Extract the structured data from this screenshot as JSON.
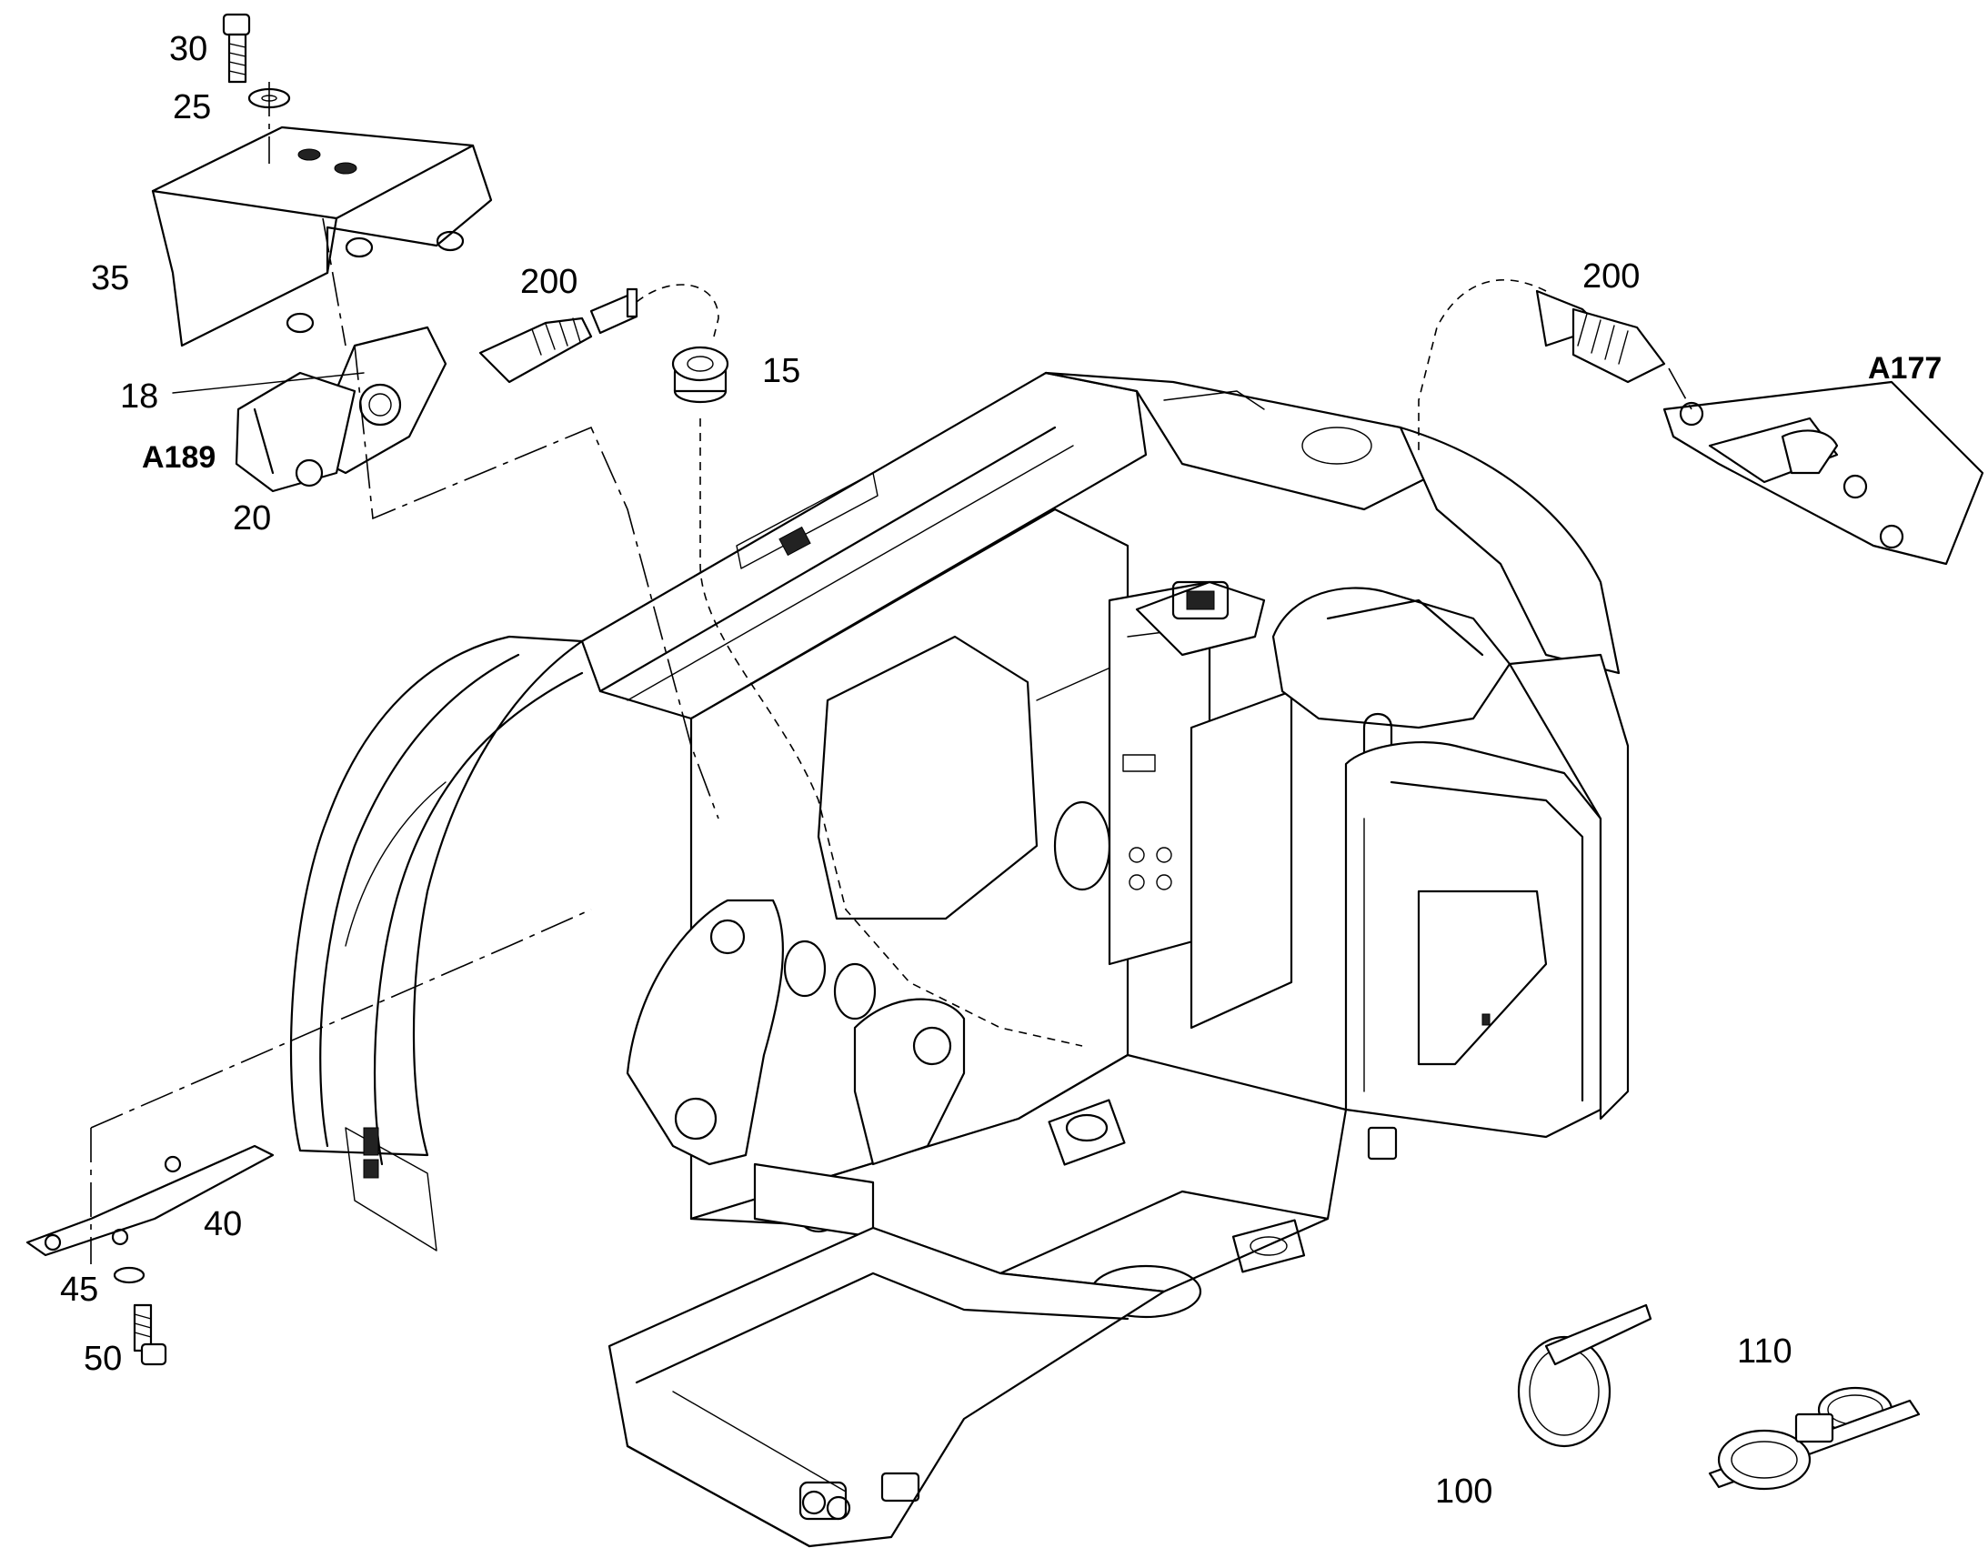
{
  "callouts": {
    "c30": "30",
    "c25": "25",
    "c35": "35",
    "c18": "18",
    "cA189": "A189",
    "c20": "20",
    "c200_left": "200",
    "c15": "15",
    "c200_right": "200",
    "cA177": "A177",
    "c40": "40",
    "c45": "45",
    "c50": "50",
    "c100": "100",
    "c110": "110"
  }
}
